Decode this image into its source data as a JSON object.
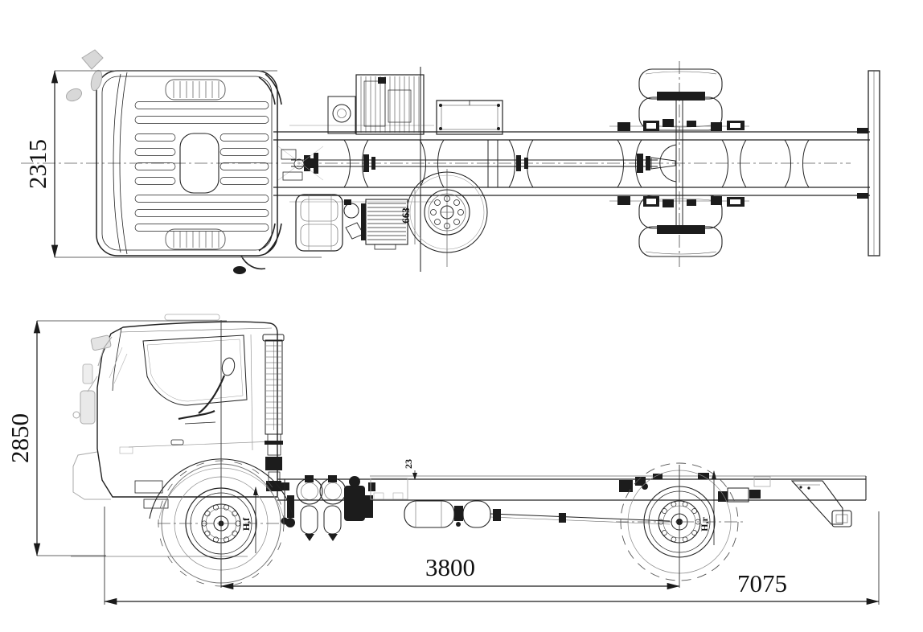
{
  "drawing": {
    "kind": "truck chassis two-view engineering drawing",
    "views": [
      "plan (top) view",
      "side elevation"
    ]
  },
  "colors": {
    "paper": "#ffffff",
    "ink": "#1e1e1e",
    "light_ink": "#9a9a9a"
  },
  "top_view": {
    "labels": {
      "overall_width": "2315",
      "wheel_offset": "663"
    }
  },
  "side_view": {
    "labels": {
      "overall_height": "2850",
      "frame_step": "23",
      "front_hub_mark": "H,f",
      "rear_hub_mark": "H,r",
      "wheelbase": "3800",
      "overall_length": "7075"
    }
  }
}
